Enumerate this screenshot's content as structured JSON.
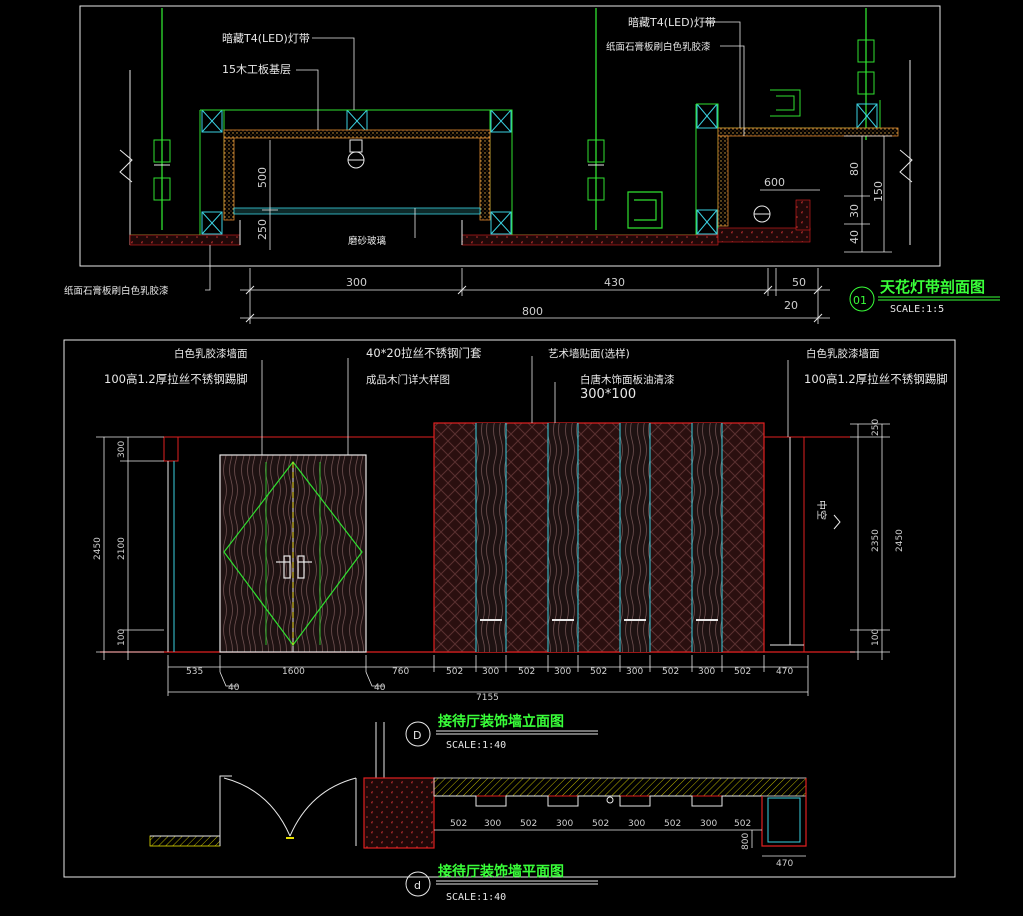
{
  "section": {
    "title": "天花灯带剖面图",
    "number": "01",
    "scale": "SCALE:1:5",
    "labels": {
      "led_left": "暗藏T4(LED)灯带",
      "base_board": "15木工板基层",
      "led_right": "暗藏T4(LED)灯带",
      "gypsum_right": "纸面石膏板刷白色乳胶漆",
      "frosted_glass": "磨砂玻璃",
      "gypsum_left": "纸面石膏板刷白色乳胶漆"
    },
    "dims_h": [
      "300",
      "430",
      "50",
      "20",
      "800"
    ],
    "dims_v": [
      "500",
      "250",
      "600",
      "80",
      "150",
      "30",
      "40"
    ]
  },
  "elevation": {
    "title": "接待厅装饰墙立面图",
    "number": "D",
    "scale": "SCALE:1:40",
    "labels": {
      "wall_left": "白色乳胶漆墙面",
      "skirting_left": "100高1.2厚拉丝不锈钢踢脚",
      "door_frame": "40*20拉丝不锈钢门套",
      "door": "成品木门详大样图",
      "art_wall": "艺术墙贴面(选样)",
      "veneer": "白唐木饰面板油清漆",
      "veneer_size": "300*100",
      "wall_right": "白色乳胶漆墙面",
      "skirting_right": "100高1.2厚拉丝不锈钢踢脚",
      "void": "中空"
    },
    "dims_bottom": [
      "535",
      "1600",
      "760",
      "502",
      "300",
      "502",
      "300",
      "502",
      "300",
      "502",
      "300",
      "502",
      "470"
    ],
    "dims_sub": [
      "40",
      "40"
    ],
    "dim_total": "7155",
    "dims_left": [
      "2450",
      "2100",
      "100",
      "300"
    ],
    "dims_right": [
      "250",
      "2350",
      "2450",
      "100"
    ]
  },
  "plan": {
    "title": "接待厅装饰墙平面图",
    "number": "d",
    "scale": "SCALE:1:40",
    "dims": [
      "502",
      "300",
      "502",
      "300",
      "502",
      "300",
      "502",
      "300",
      "502"
    ],
    "dim_side": "470",
    "dim_depth": "800"
  }
}
